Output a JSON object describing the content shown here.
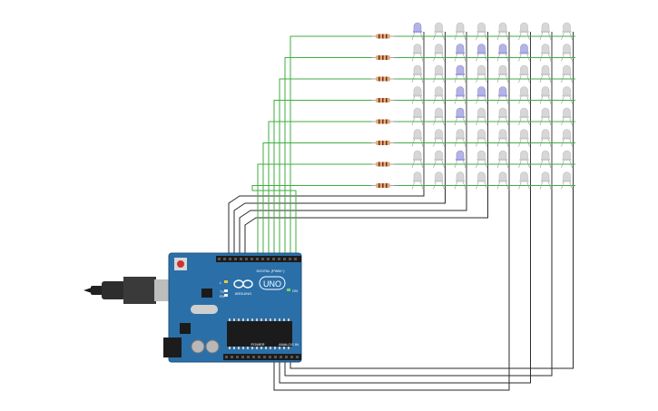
{
  "board": {
    "brand": "ARDUINO",
    "model": "UNO",
    "digital_header": "DIGITAL (PWM~)",
    "power_header": "POWER",
    "analog_header": "ANALOG IN",
    "on_label": "ON",
    "tx_label": "TX",
    "rx_label": "RX",
    "l_label": "L"
  },
  "matrix": {
    "rows": 8,
    "cols": 8,
    "lit": [
      [
        0,
        0
      ],
      [
        1,
        2
      ],
      [
        1,
        3
      ],
      [
        1,
        4
      ],
      [
        1,
        5
      ],
      [
        2,
        2
      ],
      [
        3,
        2
      ],
      [
        3,
        3
      ],
      [
        3,
        4
      ],
      [
        4,
        2
      ],
      [
        6,
        2
      ]
    ]
  },
  "colors": {
    "green_wire": "#3fae3f",
    "dark_wire": "#2a2a2a",
    "board": "#2b6fa8",
    "led_on": "#b3b3e6",
    "led_off": "#d7d7d7",
    "resistor": "#d9b07a"
  }
}
